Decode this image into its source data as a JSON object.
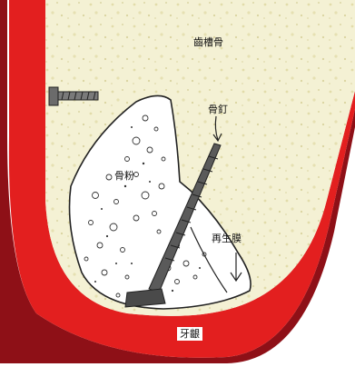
{
  "labels": {
    "cancellous_bone": "齒槽骨",
    "bone_nail": "骨釘",
    "bone_powder": "骨粉",
    "regeneration_membrane": "再生膜",
    "gingiva": "牙齦"
  },
  "colors": {
    "gingiva": "#e31f1f",
    "gingiva_dark": "#8e1017",
    "bone": "#f4f1d4",
    "graft_area": "#ffffff",
    "screw": "#5a5a5a",
    "outline": "#222222"
  }
}
